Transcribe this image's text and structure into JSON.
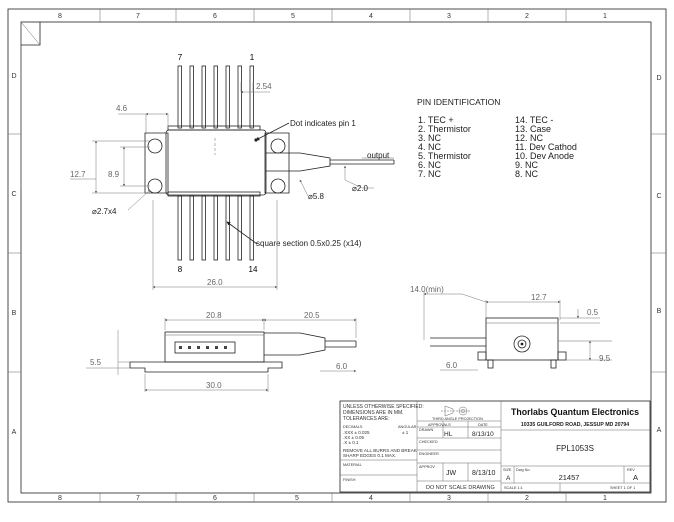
{
  "border": {
    "top_zones": [
      "8",
      "7",
      "6",
      "5",
      "4",
      "3",
      "2",
      "1"
    ],
    "bottom_zones": [
      "8",
      "7",
      "6",
      "5",
      "4",
      "3",
      "2",
      "1"
    ],
    "left_zones": [
      "D",
      "C",
      "B",
      "A"
    ],
    "right_zones": [
      "D",
      "C",
      "B",
      "A"
    ]
  },
  "top_view": {
    "pin7_label": "7",
    "pin1_label": "1",
    "pin8_label": "8",
    "pin14_label": "14",
    "dim_pitch": "2.54",
    "dim_flange": "4.6",
    "dim_height": "12.7",
    "dim_inner": "8.9",
    "dim_hole": "⌀2.7x4",
    "dim_boot": "⌀5.8",
    "dim_fiber": "⌀2.0",
    "dim_pinrow": "26.0",
    "note_dot": "Dot indicates pin 1",
    "note_output": "output",
    "note_square": "square section 0.5x0.25 (x14)"
  },
  "pin_identification": {
    "title": "PIN IDENTIFICATION",
    "left": [
      "1.  TEC +",
      "2.  Thermistor",
      "3.  NC",
      "4.  NC",
      "5.  Thermistor",
      "6.  NC",
      "7.  NC"
    ],
    "right": [
      "14.  TEC -",
      "13.  Case",
      "12.  NC",
      "11.  Dev Cathod",
      "10.  Dev Anode",
      "9.  NC",
      "8.  NC"
    ]
  },
  "side_view": {
    "dim_body": "20.8",
    "dim_boot": "20.5",
    "dim_left": "5.5",
    "dim_tail": "6.0",
    "dim_base": "30.0"
  },
  "end_view": {
    "dim_overall": "14.0(min)",
    "dim_width": "12.7",
    "dim_offset": "0.5",
    "dim_height": "9.5",
    "dim_left": "6.0"
  },
  "title_block": {
    "tolerance_lines": [
      "UNLESS OTHERWISE SPECIFIED:",
      "DIMENSIONS ARE IN MM.",
      "TOLERANCES ARE:"
    ],
    "decimal_label": "DECIMALS",
    "angular_label": "ANGULAR",
    "tol_xxx": ".XXX  ± 0.025",
    "tol_xx": ".XX   ± 0.05",
    "tol_x": ".X     ± 0.1",
    "tol_ang": "± 1",
    "burr_note": [
      "REMOVE ALL BURRS AND BREAK",
      "SHARP EDGES 0.1 MAX."
    ],
    "material_label": "MATERIAL",
    "finish_label": "FINISH",
    "projection_label": "THIRD ANGLE PROJECTION",
    "approvals_label": "APPROVALS",
    "date_label": "DATE",
    "drawn_label": "DRAWN",
    "drawn_by": "HL",
    "drawn_date": "8/13/10",
    "checked_label": "CHECKED",
    "engineer_label": "ENGINEER",
    "approv_label": "APPROV",
    "approv_by": "JW",
    "approv_date": "8/13/10",
    "no_scale": "DO NOT SCALE DRAWING",
    "company": "Thorlabs Quantum Electronics",
    "address": "10335 GUILFORD ROAD, JESSUP MD 20794",
    "part": "FPL1053S",
    "size_label": "SIZE",
    "size": "A",
    "dwg_label": "Dwg No.",
    "dwg_no": "21457",
    "rev_label": "REV",
    "rev": "A",
    "scale": "SCALE 1:1",
    "sheet": "SHEET 1 OF 1"
  }
}
